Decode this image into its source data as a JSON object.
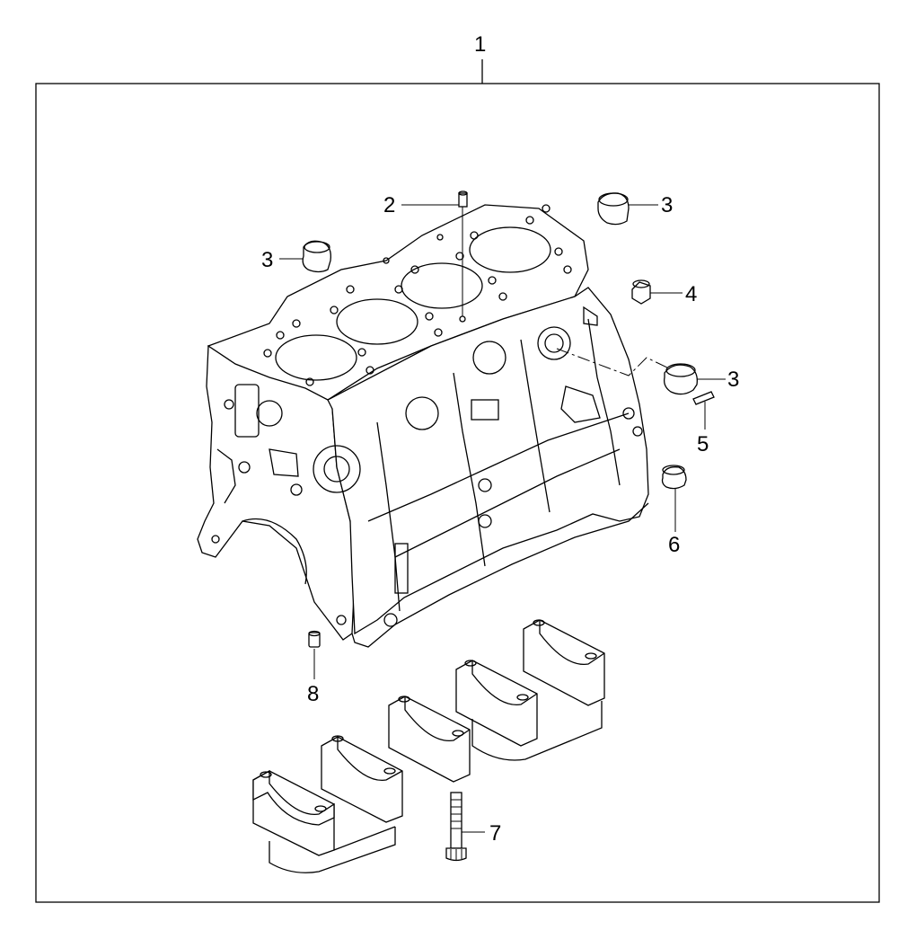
{
  "diagram": {
    "callouts": [
      {
        "id": "1",
        "label": "1"
      },
      {
        "id": "2",
        "label": "2"
      },
      {
        "id": "3a",
        "label": "3"
      },
      {
        "id": "3b",
        "label": "3"
      },
      {
        "id": "3c",
        "label": "3"
      },
      {
        "id": "4",
        "label": "4"
      },
      {
        "id": "5",
        "label": "5"
      },
      {
        "id": "6",
        "label": "6"
      },
      {
        "id": "7",
        "label": "7"
      },
      {
        "id": "8",
        "label": "8"
      }
    ]
  }
}
